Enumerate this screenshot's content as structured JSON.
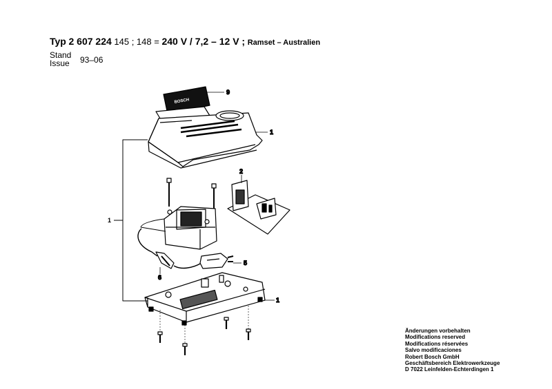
{
  "header": {
    "typ": "Typ",
    "number": "2 607 224",
    "variants": "145 ; 148 =",
    "voltage": "240 V / 7,2 – 12 V ;",
    "desc": "Ramset – Australien"
  },
  "stand": {
    "label1": "Stand",
    "label2": "Issue",
    "value": "93–06"
  },
  "callouts": {
    "c9": "9",
    "c1_top": "1",
    "c2": "2",
    "c1_left": "1",
    "c5": "5",
    "c6": "6",
    "c1_bottom": "1"
  },
  "nameplate": {
    "brand": "BOSCH"
  },
  "notes": [
    "Änderungen vorbehalten",
    "Modifications reserved",
    "Modifications réservées",
    "Salvo modificaciones",
    "Robert Bosch GmbH",
    "Geschäftsbereich Elektrowerkzeuge",
    "D 7022 Leinfelden-Echterdingen 1"
  ]
}
